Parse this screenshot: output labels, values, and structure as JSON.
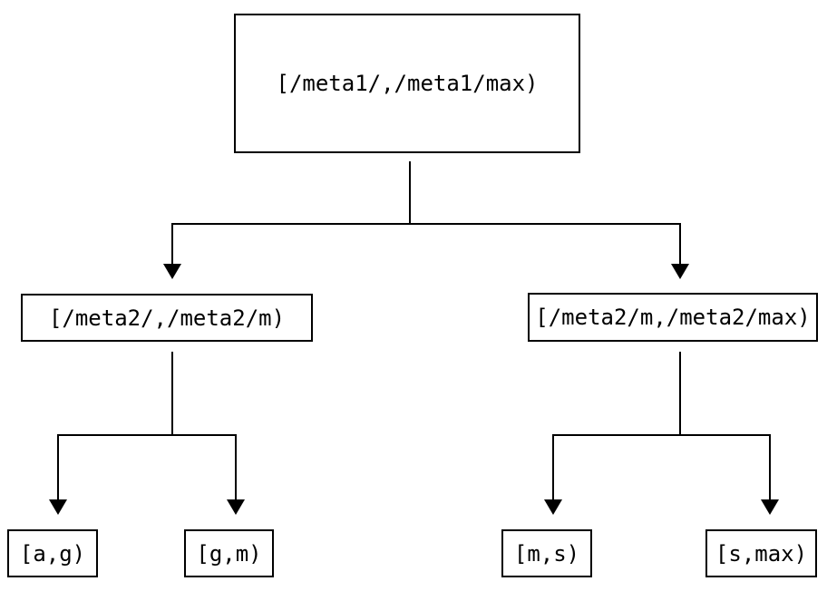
{
  "diagram": {
    "type": "tree",
    "nodes": {
      "root": {
        "label": "[/meta1/,/meta1/max)"
      },
      "left": {
        "label": "[/meta2/,/meta2/m)"
      },
      "right": {
        "label": "[/meta2/m,/meta2/max)"
      },
      "leaf_ag": {
        "label": "[a,g)"
      },
      "leaf_gm": {
        "label": "[g,m)"
      },
      "leaf_ms": {
        "label": "[m,s)"
      },
      "leaf_smax": {
        "label": "[s,max)"
      }
    },
    "edges": [
      {
        "from": "[/meta1/,/meta1/max)",
        "to": "[/meta2/,/meta2/m)"
      },
      {
        "from": "[/meta1/,/meta1/max)",
        "to": "[/meta2/m,/meta2/max)"
      },
      {
        "from": "[/meta2/,/meta2/m)",
        "to": "[a,g)"
      },
      {
        "from": "[/meta2/,/meta2/m)",
        "to": "[g,m)"
      },
      {
        "from": "[/meta2/m,/meta2/max)",
        "to": "[m,s)"
      },
      {
        "from": "[/meta2/m,/meta2/max)",
        "to": "[s,max)"
      }
    ],
    "colors": {
      "line": "#000000",
      "text": "#000000",
      "node_border": "#000000",
      "node_fill": "#ffffff",
      "background": "#ffffff"
    }
  }
}
